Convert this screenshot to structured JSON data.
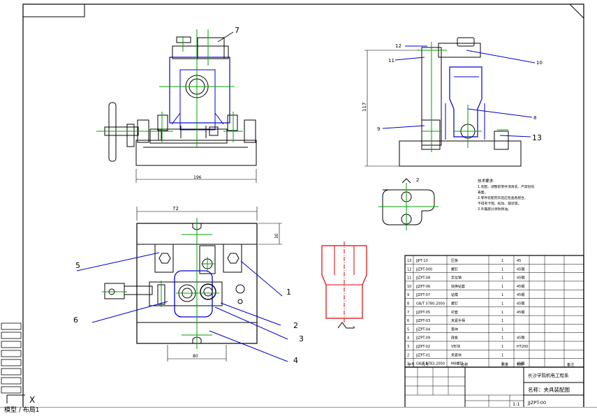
{
  "drawing": {
    "front_view": {
      "callouts": [
        "7"
      ],
      "width_dim": "196"
    },
    "side_view": {
      "callouts": [
        "12",
        "11",
        "10",
        "8",
        "9",
        "13"
      ],
      "height_dim": "117"
    },
    "section": {
      "label": "2"
    },
    "top_view": {
      "callouts": [
        "5",
        "6",
        "1",
        "2",
        "3",
        "4"
      ],
      "dim_top": "72",
      "dim_right": "30",
      "dim_bottom": "80"
    },
    "workpiece": {
      "label": "A"
    },
    "notes": {
      "title": "技术要求:",
      "lines": [
        "1.装配、调整前零件须清洗、严禁划伤",
        "表面。",
        "2.零件装配完毕后应检查各配合，",
        "不得有卡阻、松动、漏装等。",
        "3.外露部分涂防锈油。"
      ]
    }
  },
  "bom": {
    "rows": [
      {
        "no": "13",
        "code": "JJPT-13",
        "name": "压板",
        "qty": "1",
        "mat": "45"
      },
      {
        "no": "12",
        "code": "JJZPT-000",
        "name": "螺钉",
        "qty": "1",
        "mat": "45钢"
      },
      {
        "no": "11",
        "code": "JJZPT-08",
        "name": "定位销",
        "qty": "1",
        "mat": "45钢"
      },
      {
        "no": "10",
        "code": "JJZPT-06",
        "name": "快换钻套",
        "qty": "1",
        "mat": "45钢"
      },
      {
        "no": "9",
        "code": "JJZPT-07",
        "name": "钻模",
        "qty": "1",
        "mat": "45钢"
      },
      {
        "no": "8",
        "code": "GB/T 5780-2000",
        "name": "螺钉",
        "qty": "1",
        "mat": "45钢"
      },
      {
        "no": "7",
        "code": "JJZPT-05",
        "name": "衬套",
        "qty": "1",
        "mat": "45钢"
      },
      {
        "no": "6",
        "code": "JJZPT-03",
        "name": "夹紧手柄",
        "qty": "1",
        "mat": ""
      },
      {
        "no": "5",
        "code": "JJZPT-04",
        "name": "垫块",
        "qty": "1",
        "mat": ""
      },
      {
        "no": "4",
        "code": "JJZPT-09",
        "name": "底板",
        "qty": "1",
        "mat": "45钢"
      },
      {
        "no": "3",
        "code": "JJZPT-02",
        "name": "V形块",
        "qty": "1",
        "mat": "HT200"
      },
      {
        "no": "2",
        "code": "JJZPT-01",
        "name": "夹紧块",
        "qty": "1",
        "mat": ""
      },
      {
        "no": "1",
        "code": "GB/T 5783-2000",
        "name": "M6螺钉",
        "qty": "2",
        "mat": "45钢"
      }
    ],
    "header": [
      "序号",
      "代号",
      "名称",
      "数量",
      "材料",
      "备注"
    ]
  },
  "title_block": {
    "school": "长沙学院机电工程系",
    "drawing_name": "名称：夹具装配图",
    "drawing_no": "JJZPT-00",
    "scale": "1:1"
  },
  "status": {
    "axis_icon": "X",
    "tabs": "模型 / 布局1"
  }
}
